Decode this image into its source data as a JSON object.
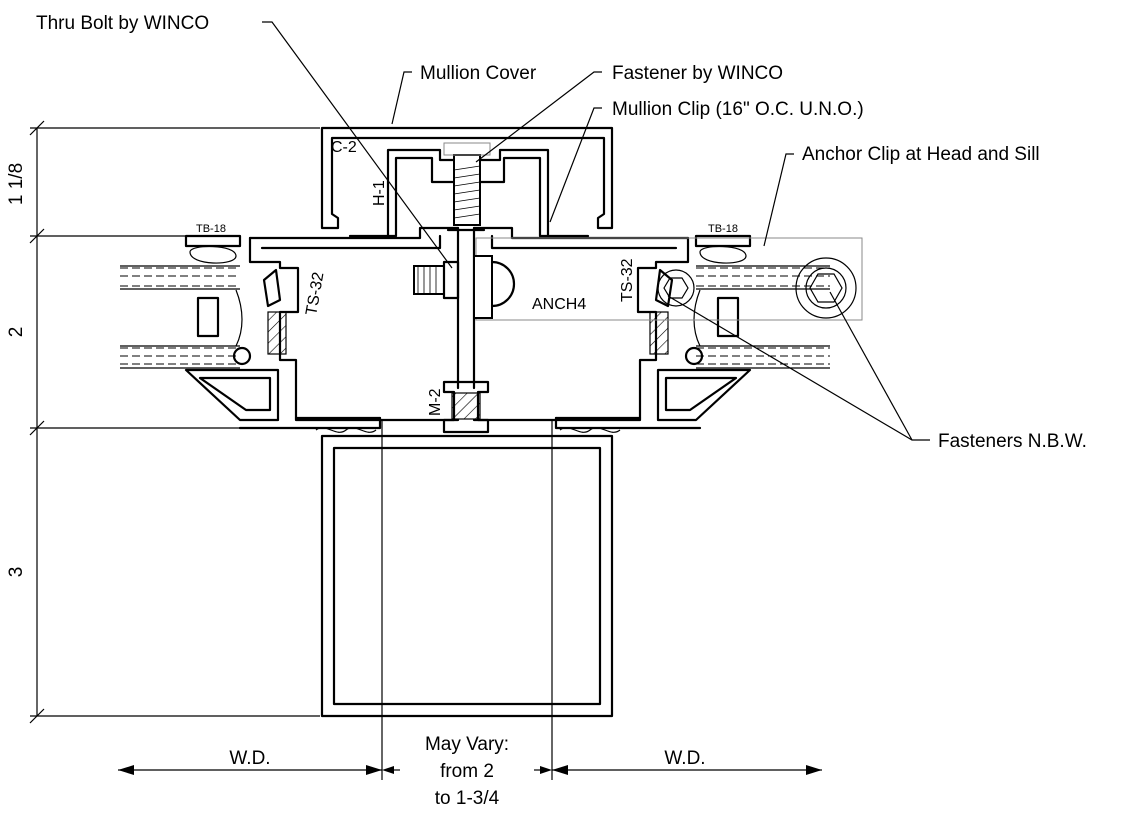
{
  "callouts": {
    "thru_bolt": "Thru Bolt by WINCO",
    "mullion_cover": "Mullion Cover",
    "fastener": "Fastener by WINCO",
    "mullion_clip": "Mullion Clip (16\" O.C.  U.N.O.)",
    "anchor_clip": "Anchor Clip at Head and Sill",
    "fasteners_nbw": "Fasteners N.B.W."
  },
  "part_tags": {
    "c2": "C-2",
    "h1": "H-1",
    "m2": "M-2",
    "ts32_left": "TS-32",
    "ts32_right": "TS-32",
    "tb18_left": "TB-18",
    "tb18_right": "TB-18",
    "anch4": "ANCH4"
  },
  "dimensions": {
    "vertical": [
      "1 1/8",
      "2",
      "3"
    ],
    "wd_left": "W.D.",
    "wd_right": "W.D.",
    "may_vary": [
      "May Vary:",
      "from 2",
      "to 1-3/4"
    ]
  },
  "colors": {
    "line": "#000000",
    "background": "#ffffff",
    "faint": "#8a8a8a"
  }
}
